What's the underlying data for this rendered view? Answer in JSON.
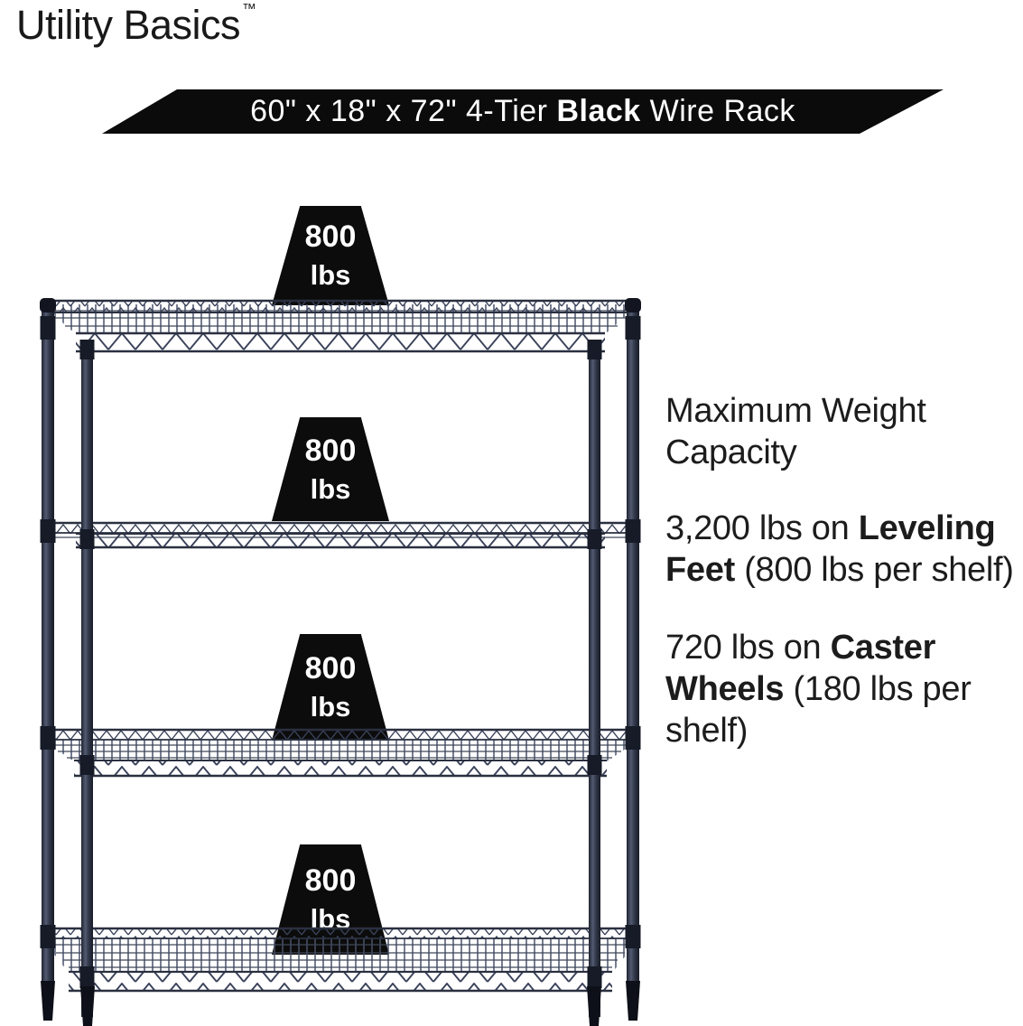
{
  "brand": {
    "name": "Utility Basics",
    "trademark": "™"
  },
  "banner": {
    "prefix": "60\" x 18\" x 72\" 4-Tier ",
    "bold": "Black",
    "suffix": " Wire Rack"
  },
  "badges": [
    {
      "value": "800",
      "unit": "lbs"
    },
    {
      "value": "800",
      "unit": "lbs"
    },
    {
      "value": "800",
      "unit": "lbs"
    },
    {
      "value": "800",
      "unit": "lbs"
    }
  ],
  "info": {
    "heading": "Maximum Weight Capacity",
    "leveling": {
      "prefix": "3,200 lbs on ",
      "bold": "Leveling Feet",
      "suffix": " (800 lbs per shelf)"
    },
    "caster": {
      "prefix": "720 lbs on ",
      "bold": "Caster Wheels",
      "suffix": " (180 lbs per shelf)"
    }
  },
  "rack": {
    "tiers": 4,
    "color_hex": "#333a4c"
  },
  "colors": {
    "background": "#ffffff",
    "banner_bg": "#0b0b0b",
    "badge_bg": "#0c0c0c",
    "text": "#1c1c1c",
    "rack_metal": "#333a4c",
    "badge_text": "#ffffff"
  }
}
